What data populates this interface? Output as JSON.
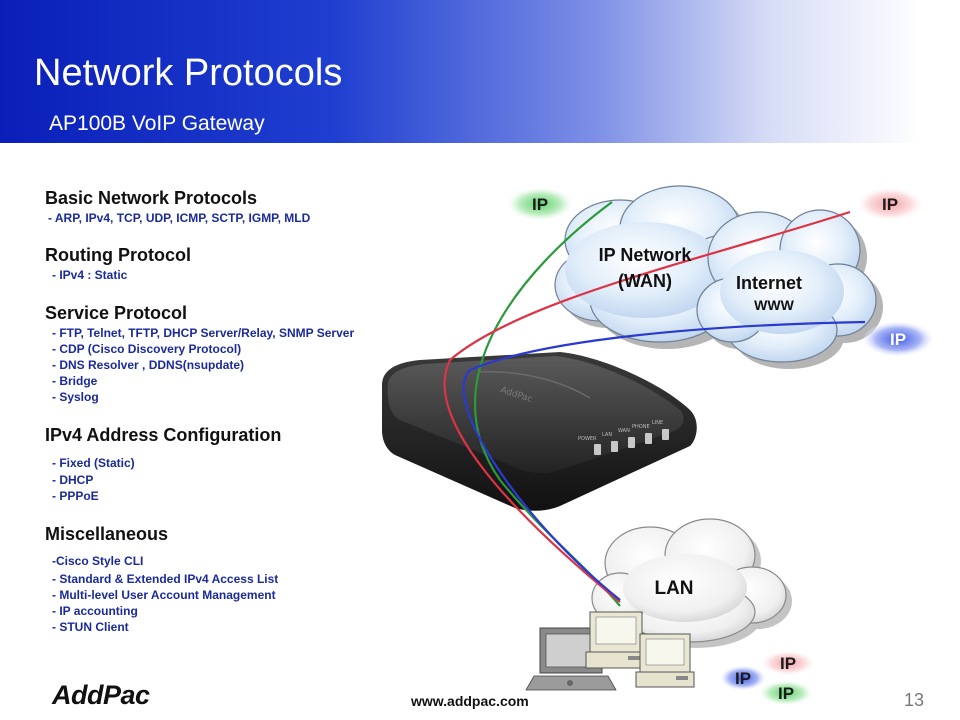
{
  "header": {
    "title": "Network Protocols",
    "subtitle": "AP100B VoIP Gateway"
  },
  "sections": [
    {
      "heading": "Basic Network Protocols",
      "items": [
        "- ARP, IPv4, TCP, UDP, ICMP, SCTP, IGMP, MLD"
      ]
    },
    {
      "heading": "Routing Protocol",
      "items": [
        "- IPv4 : Static"
      ]
    },
    {
      "heading": "Service Protocol",
      "items": [
        "- FTP, Telnet, TFTP, DHCP  Server/Relay, SNMP Server",
        "- CDP (Cisco  Discovery  Protocol)",
        "- DNS Resolver , DDNS(nsupdate)",
        "- Bridge",
        "- Syslog"
      ]
    },
    {
      "heading": "IPv4 Address Configuration",
      "items": [
        "- Fixed (Static)",
        "- DHCP",
        "- PPPoE"
      ]
    },
    {
      "heading": "Miscellaneous",
      "items": [
        "-Cisco  Style CLI",
        "- Standard & Extended IPv4 Access  List",
        "- Multi-level User Account Management",
        "- IP accounting",
        "- STUN Client"
      ]
    }
  ],
  "diagram": {
    "cloud_wan": {
      "line1": "IP Network",
      "line2": "(WAN)"
    },
    "cloud_internet": {
      "line1": "Internet",
      "line2": "WWW"
    },
    "cloud_lan": {
      "label": "LAN"
    },
    "ip_tags": [
      "IP",
      "IP",
      "IP",
      "IP",
      "IP",
      "IP"
    ],
    "device_port_labels": [
      "POWER",
      "LAN",
      "WAN",
      "PHONE",
      "LINE"
    ],
    "colors": {
      "green": "#2a9a3a",
      "red": "#dd3344",
      "blue": "#2a3ad0"
    }
  },
  "footer": {
    "logo": "AddPac",
    "url": "www.addpac.com",
    "page": "13"
  }
}
